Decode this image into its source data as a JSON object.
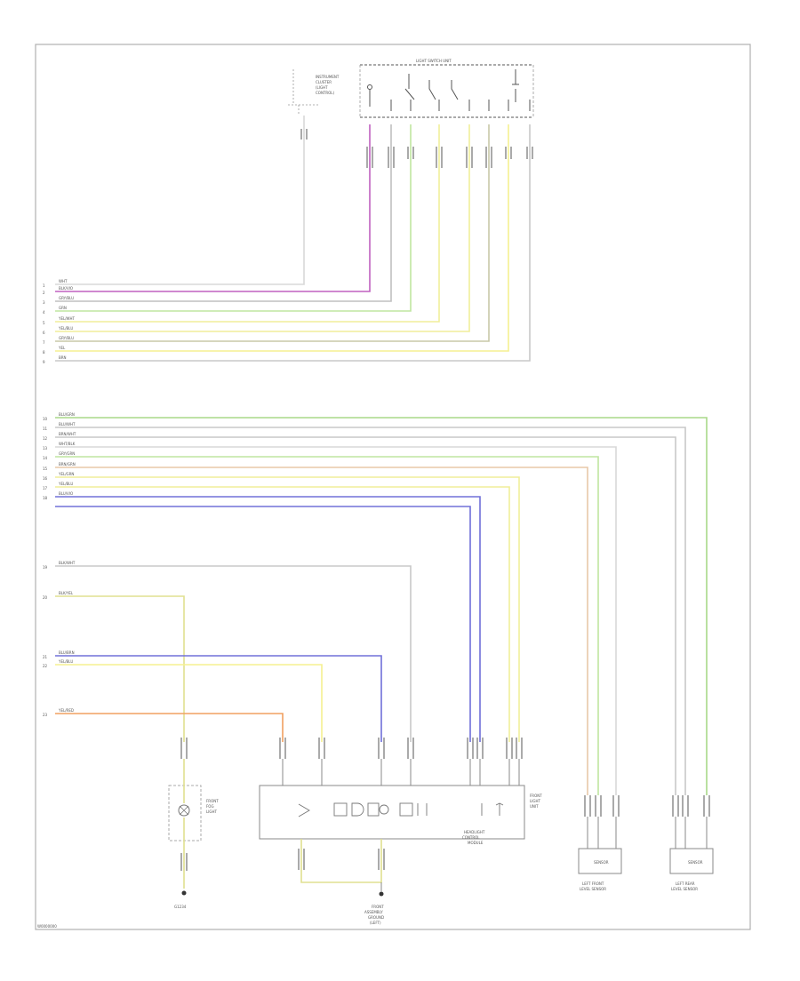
{
  "diagram": {
    "footer_code": "W0000000",
    "top_group": {
      "wires": [
        {
          "num": "1",
          "color": "#d0d0d0",
          "label": "WHT"
        },
        {
          "num": "2",
          "color": "#c060c0",
          "label": "BLK/VIO"
        },
        {
          "num": "3",
          "color": "#c0c0c0",
          "label": "GRY/BLU"
        },
        {
          "num": "4",
          "color": "#bfe6a0",
          "label": "GRN"
        },
        {
          "num": "5",
          "color": "#f0ee9a",
          "label": "YEL/WHT"
        },
        {
          "num": "6",
          "color": "#f0ee9a",
          "label": "YEL/BLU"
        },
        {
          "num": "7",
          "color": "#d8d8a8",
          "label": "GRY/BLU"
        },
        {
          "num": "8",
          "color": "#f5f090",
          "label": "YEL"
        },
        {
          "num": "9",
          "color": "#c8c8c8",
          "label": "BRN"
        }
      ]
    },
    "bottom_group": {
      "wires": [
        {
          "num": "10",
          "color": "#a8d888",
          "label": "BLU/GRN"
        },
        {
          "num": "11",
          "color": "#c8c8c8",
          "label": "BLU/WHT"
        },
        {
          "num": "12",
          "color": "#c8c8c8",
          "label": "BRN/WHT"
        },
        {
          "num": "13",
          "color": "#d8d8d8",
          "label": "WHT/BLK"
        },
        {
          "num": "14",
          "color": "#bfe6a0",
          "label": "GRY/GRN"
        },
        {
          "num": "15",
          "color": "#e8c8a8",
          "label": "BRN/GRN"
        },
        {
          "num": "16",
          "color": "#f0ee9a",
          "label": "YEL/GRN"
        },
        {
          "num": "17",
          "color": "#f0ee9a",
          "label": "YEL/BLU"
        },
        {
          "num": "18",
          "color": "#7070d8",
          "label": "BLU/VIO"
        },
        {
          "num": "19",
          "color": "#c8c8c8",
          "label": "BLK/WHT"
        },
        {
          "num": "20",
          "color": "#e0e090",
          "label": "BLK/YEL"
        },
        {
          "num": "21",
          "color": "#7070d8",
          "label": "BLU/BRN"
        },
        {
          "num": "22",
          "color": "#f5f090",
          "label": "YEL/BLU"
        },
        {
          "num": "23",
          "color": "#f0a060",
          "label": "YEL/RED"
        }
      ]
    },
    "switch_block": {
      "title": "LIGHT SWITCH UNIT"
    },
    "top_left_component": {
      "lines": [
        "INSTRUMENT",
        "CLUSTER",
        "(LIGHT",
        "CONTROL)"
      ]
    },
    "lamp": {
      "lines": [
        "FRONT",
        "FOG",
        "LIGHT"
      ]
    },
    "module": {
      "lines": [
        "HEADLIGHT",
        "CONTROL",
        "MODULE"
      ],
      "side_lines": [
        "FRONT",
        "LIGHT",
        "UNIT"
      ]
    },
    "ground_left": {
      "label": "G1234"
    },
    "ground_center": {
      "lines": [
        "FRONT",
        "ASSEMBLY",
        "GROUND",
        "(LEFT)"
      ]
    },
    "sensor_left": {
      "text": "SENSOR",
      "lines": [
        "LEFT FRONT",
        "LEVEL SENSOR"
      ]
    },
    "sensor_right": {
      "text": "SENSOR",
      "lines": [
        "LEFT REAR",
        "LEVEL SENSOR"
      ]
    }
  }
}
